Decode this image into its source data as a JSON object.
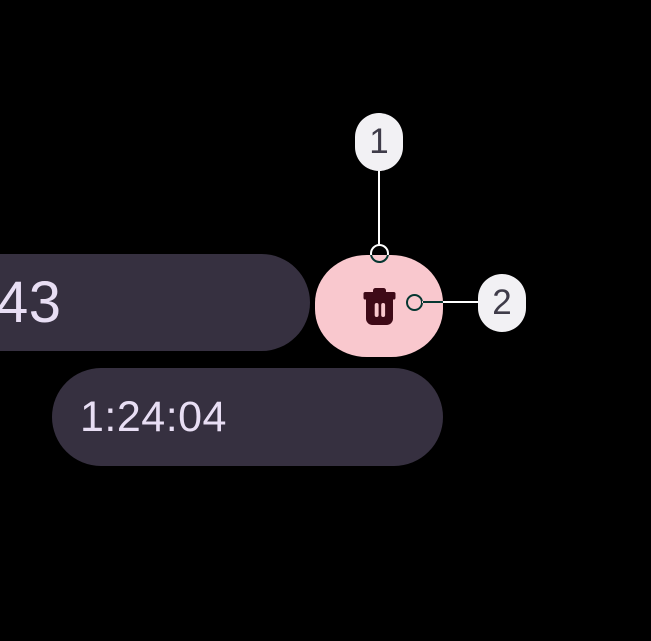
{
  "colors": {
    "background": "#000000",
    "time-pill-bg": "#363040",
    "time-text": "#E8DEF4",
    "delete-button-bg": "#F9C8CE",
    "delete-icon": "#3E0A17",
    "callout-bg": "#F2F1F4",
    "callout-text": "#3F3C49",
    "annotation": "#FFFFFF"
  },
  "stopwatch": {
    "elapsed_time_partial": "43",
    "lap_time": "1:24:04",
    "delete_button_icon": "trash-icon"
  },
  "callouts": [
    {
      "label": "1",
      "points_to": "delete-button"
    },
    {
      "label": "2",
      "points_to": "trash-icon"
    }
  ]
}
